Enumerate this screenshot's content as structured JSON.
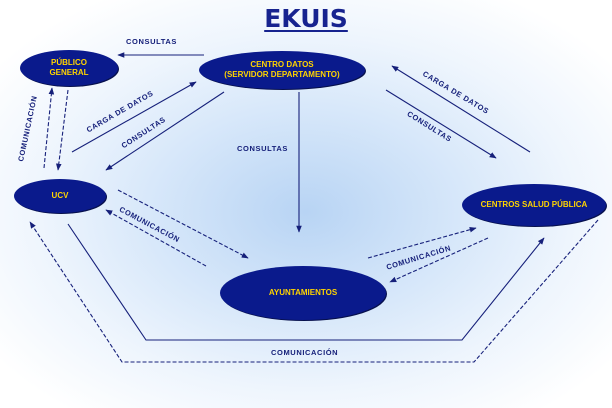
{
  "title": "EKUIS",
  "nodes": {
    "publico": "PÚBLICO\nGENERAL",
    "centro": "CENTRO DATOS\n(SERVIDOR DEPARTAMENTO)",
    "ucv": "UCV",
    "centros_salud": "CENTROS SALUD PÚBLICA",
    "ayuntamientos": "AYUNTAMIENTOS"
  },
  "edge_labels": {
    "consultas_top": "CONSULTAS",
    "carga_left": "CARGA  DE  DATOS",
    "consultas_left": "CONSULTAS",
    "carga_right": "CARGA DE DATOS",
    "consultas_right": "CONSULTAS",
    "consultas_center": "CONSULTAS",
    "comunicacion_vertical": "COMUNICACIÓN",
    "comunicacion_left": "COMUNICACIÓN",
    "comunicacion_right": "COMUNICACIÓN",
    "comunicacion_bottom": "COMUNICACIÓN"
  },
  "colors": {
    "node_fill": "#0a1a8c",
    "node_text": "#ffd400",
    "arrow": "#16207a"
  }
}
